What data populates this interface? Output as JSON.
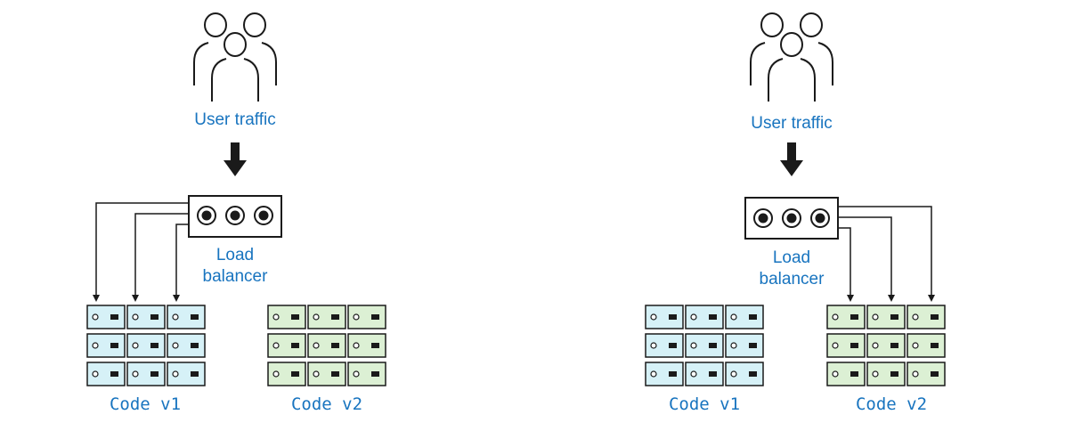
{
  "colors": {
    "label_blue": "#1874bf",
    "server_v1_fill": "#d6f1f7",
    "server_v2_fill": "#dcf0d4",
    "stroke": "#1a1a1a"
  },
  "panels": [
    {
      "id": "before",
      "user_label": "User traffic",
      "lb_label_line1": "Load",
      "lb_label_line2": "balancer",
      "routes_to": "v1",
      "groups": [
        {
          "id": "v1",
          "label": "Code v1",
          "rows": 3,
          "cols": 3
        },
        {
          "id": "v2",
          "label": "Code v2",
          "rows": 3,
          "cols": 3
        }
      ]
    },
    {
      "id": "after",
      "user_label": "User traffic",
      "lb_label_line1": "Load",
      "lb_label_line2": "balancer",
      "routes_to": "v2",
      "groups": [
        {
          "id": "v1",
          "label": "Code v1",
          "rows": 3,
          "cols": 3
        },
        {
          "id": "v2",
          "label": "Code v2",
          "rows": 3,
          "cols": 3
        }
      ]
    }
  ],
  "icons": [
    "users-icon",
    "down-arrow-icon",
    "load-balancer-icon",
    "server-rack-icon"
  ]
}
